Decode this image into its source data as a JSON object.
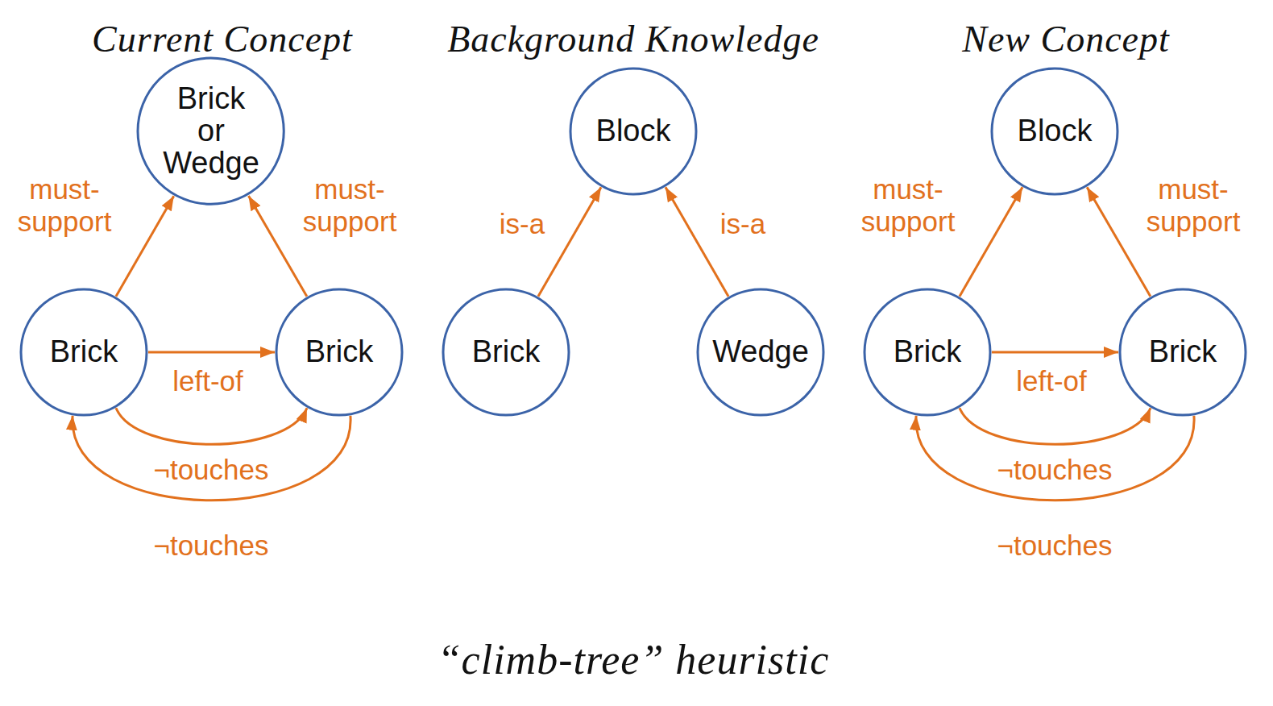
{
  "diagram": {
    "caption": "“climb-tree” heuristic",
    "nodes": [
      {
        "text": [
          "Brick or Wedge"
        ]
      },
      {
        "text": [
          "Brick"
        ]
      },
      {
        "text": [
          "Brick"
        ]
      },
      {
        "text": [
          "Block"
        ]
      },
      {
        "text": [
          "Brick"
        ]
      },
      {
        "text": [
          "Wedge"
        ]
      },
      {
        "text": [
          "Block"
        ]
      },
      {
        "text": [
          "Brick"
        ]
      },
      {
        "text": [
          "Brick"
        ]
      }
    ],
    "edges": [
      {
        "from": 1,
        "to": 0,
        "label": "must- support",
        "arrow": "to"
      },
      {
        "from": 2,
        "to": 0,
        "label": "must- support",
        "arrow": "to"
      },
      {
        "from": 1,
        "to": 2,
        "label": "left-of",
        "arrow": "to"
      },
      {
        "from": 1,
        "to": 2,
        "label": "¬touches",
        "arrow": "to"
      },
      {
        "from": 2,
        "to": 1,
        "label": "¬touches",
        "arrow": "to"
      },
      {
        "from": 4,
        "to": 3,
        "label": "is-a",
        "arrow": "to"
      },
      {
        "from": 5,
        "to": 3,
        "label": "is-a",
        "arrow": "to"
      },
      {
        "from": 7,
        "to": 6,
        "label": "must- support",
        "arrow": "to"
      },
      {
        "from": 8,
        "to": 6,
        "label": "must- support",
        "arrow": "to"
      },
      {
        "from": 7,
        "to": 8,
        "label": "left-of",
        "arrow": "to"
      },
      {
        "from": 7,
        "to": 8,
        "label": "¬touches",
        "arrow": "to"
      },
      {
        "from": 8,
        "to": 7,
        "label": "¬touches",
        "arrow": "to"
      }
    ],
    "labels": [
      "Current Concept",
      "Background Knowledge",
      "New Concept"
    ]
  }
}
